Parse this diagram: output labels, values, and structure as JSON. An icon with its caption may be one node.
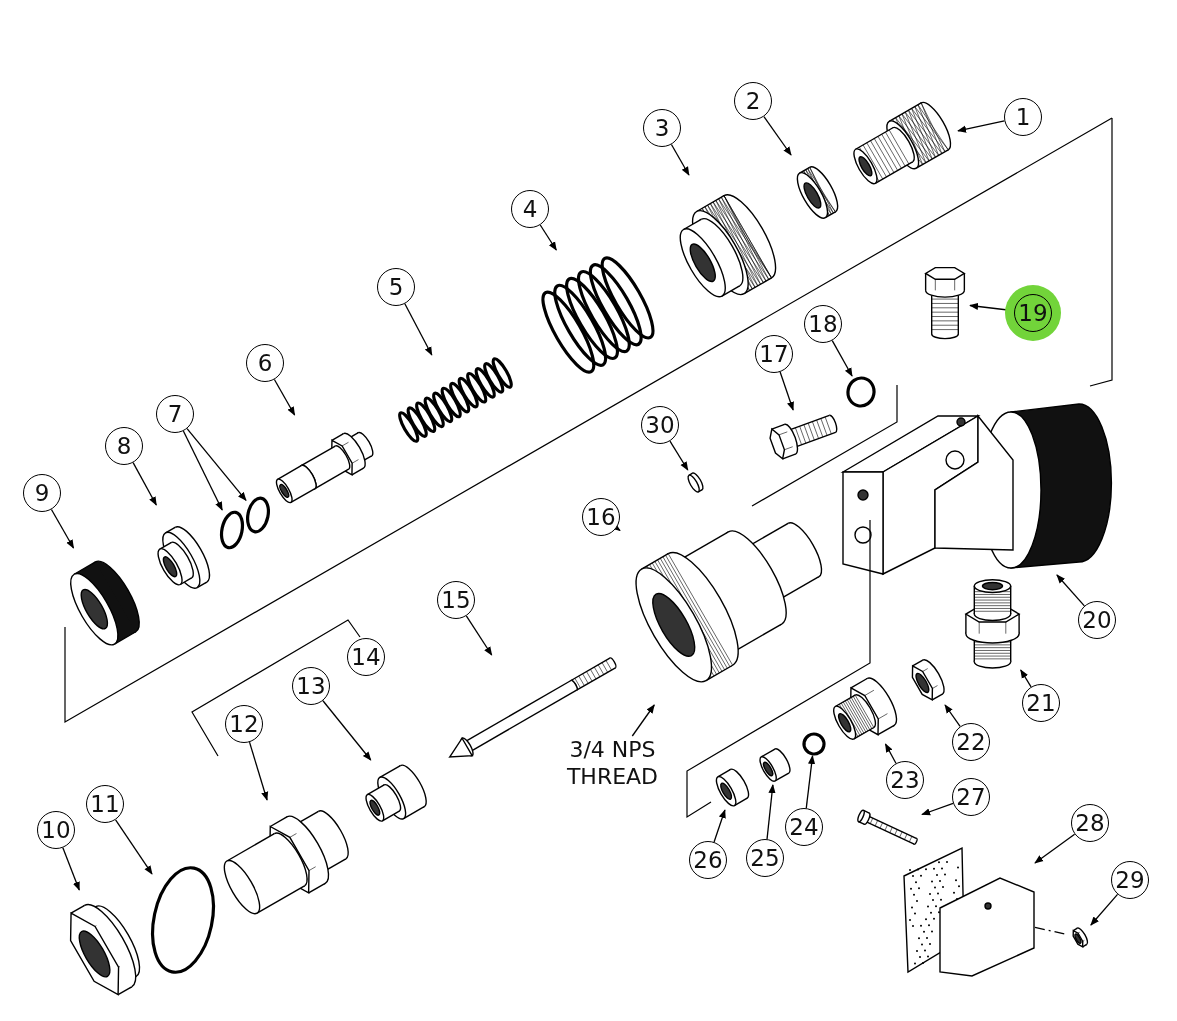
{
  "diagram": {
    "nodes": [
      {
        "text": [
          "1"
        ]
      },
      {
        "text": [
          "2"
        ]
      },
      {
        "text": [
          "3"
        ]
      },
      {
        "text": [
          "4"
        ]
      },
      {
        "text": [
          "5"
        ]
      },
      {
        "text": [
          "6"
        ]
      },
      {
        "text": [
          "7"
        ]
      },
      {
        "text": [
          "8"
        ]
      },
      {
        "text": [
          "9"
        ]
      },
      {
        "text": [
          "10"
        ]
      },
      {
        "text": [
          "11"
        ]
      },
      {
        "text": [
          "12"
        ]
      },
      {
        "text": [
          "13"
        ]
      },
      {
        "text": [
          "14"
        ]
      },
      {
        "text": [
          "15"
        ]
      },
      {
        "text": [
          "16"
        ]
      },
      {
        "text": [
          "17"
        ]
      },
      {
        "text": [
          "18"
        ]
      },
      {
        "text": [
          "19"
        ]
      },
      {
        "text": [
          "20"
        ]
      },
      {
        "text": [
          "21"
        ]
      },
      {
        "text": [
          "22"
        ]
      },
      {
        "text": [
          "23"
        ]
      },
      {
        "text": [
          "24"
        ]
      },
      {
        "text": [
          "25"
        ]
      },
      {
        "text": [
          "26"
        ]
      },
      {
        "text": [
          "27"
        ]
      },
      {
        "text": [
          "28"
        ]
      },
      {
        "text": [
          "29"
        ]
      },
      {
        "text": [
          "30"
        ]
      },
      {
        "text": [
          "3/4 NPS THREAD"
        ]
      },
      {
        "text": [],
        "shape": "picture"
      },
      {
        "text": [],
        "shape": "picture"
      },
      {
        "text": [],
        "shape": "picture"
      },
      {
        "text": [],
        "shape": "picture"
      },
      {
        "text": [],
        "shape": "picture"
      },
      {
        "text": [],
        "shape": "picture"
      },
      {
        "text": [],
        "shape": "circle"
      },
      {
        "text": [],
        "shape": "circle"
      },
      {
        "text": [],
        "shape": "picture"
      },
      {
        "text": [],
        "shape": "picture"
      },
      {
        "text": [],
        "shape": "picture"
      },
      {
        "text": [],
        "shape": "circle"
      },
      {
        "text": [],
        "shape": "picture"
      },
      {
        "text": [],
        "shape": "picture"
      },
      {
        "text": [],
        "shape": "picture"
      },
      {
        "text": [],
        "shape": "picture"
      },
      {
        "text": [],
        "shape": "picture"
      },
      {
        "text": [],
        "shape": "circle"
      },
      {
        "text": [],
        "shape": "picture"
      },
      {
        "text": [],
        "shape": "picture"
      },
      {
        "text": [],
        "shape": "picture"
      },
      {
        "text": [],
        "shape": "picture"
      },
      {
        "text": [],
        "shape": "picture"
      },
      {
        "text": [],
        "shape": "circle"
      },
      {
        "text": [],
        "shape": "picture"
      },
      {
        "text": [],
        "shape": "picture"
      },
      {
        "text": [],
        "shape": "picture"
      },
      {
        "text": [],
        "shape": "picture"
      },
      {
        "text": [],
        "shape": "picture"
      },
      {
        "text": [],
        "shape": "picture"
      }
    ],
    "edges": [
      {
        "from": 0,
        "to": 31,
        "arrow": "to"
      },
      {
        "from": 1,
        "to": 32,
        "arrow": "to"
      },
      {
        "from": 2,
        "to": 33,
        "arrow": "to"
      },
      {
        "from": 3,
        "to": 34,
        "arrow": "to"
      },
      {
        "from": 4,
        "to": 35,
        "arrow": "to"
      },
      {
        "from": 5,
        "to": 36,
        "arrow": "to"
      },
      {
        "from": 6,
        "to": 37,
        "arrow": "to"
      },
      {
        "from": 6,
        "to": 38,
        "arrow": "to"
      },
      {
        "from": 7,
        "to": 39,
        "arrow": "to"
      },
      {
        "from": 8,
        "to": 40,
        "arrow": "to"
      },
      {
        "from": 9,
        "to": 41,
        "arrow": "to"
      },
      {
        "from": 10,
        "to": 42,
        "arrow": "to"
      },
      {
        "from": 11,
        "to": 43,
        "arrow": "to"
      },
      {
        "from": 12,
        "to": 44,
        "arrow": "to"
      },
      {
        "from": 14,
        "to": 45,
        "arrow": "to"
      },
      {
        "from": 15,
        "to": 46,
        "arrow": "to"
      },
      {
        "from": 16,
        "to": 47,
        "arrow": "to"
      },
      {
        "from": 17,
        "to": 48,
        "arrow": "to"
      },
      {
        "from": 18,
        "to": 49,
        "arrow": "to"
      },
      {
        "from": 19,
        "to": 50,
        "arrow": "to"
      },
      {
        "from": 20,
        "to": 51,
        "arrow": "to"
      },
      {
        "from": 21,
        "to": 52,
        "arrow": "to"
      },
      {
        "from": 22,
        "to": 53,
        "arrow": "to"
      },
      {
        "from": 23,
        "to": 54,
        "arrow": "to"
      },
      {
        "from": 24,
        "to": 55,
        "arrow": "to"
      },
      {
        "from": 25,
        "to": 56,
        "arrow": "to"
      },
      {
        "from": 26,
        "to": 57,
        "arrow": "to"
      },
      {
        "from": 27,
        "to": 58,
        "arrow": "to"
      },
      {
        "from": 28,
        "to": 59,
        "arrow": "to"
      },
      {
        "from": 29,
        "to": 60,
        "arrow": "to"
      },
      {
        "from": 30,
        "to": 46,
        "arrow": "to"
      },
      {
        "from": 58,
        "to": 59,
        "arrow": "none",
        "style": "dashed"
      }
    ]
  }
}
